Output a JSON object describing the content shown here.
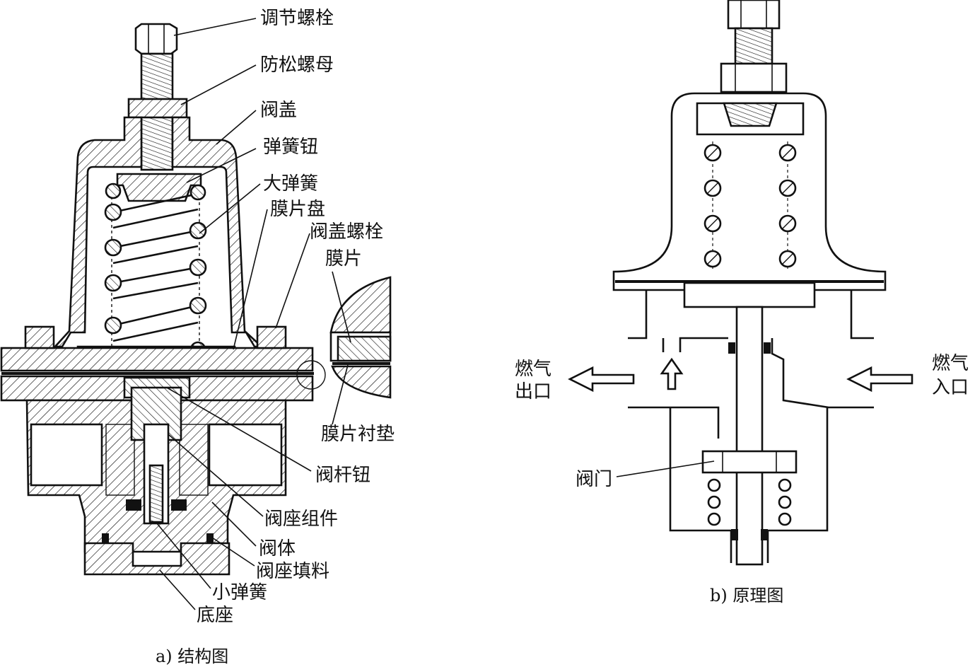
{
  "figure_a": {
    "caption": "a) 结构图",
    "labels": {
      "adjust_bolt": "调节螺栓",
      "lock_nut": "防松螺母",
      "bonnet": "阀盖",
      "spring_button": "弹簧钮",
      "large_spring": "大弹簧",
      "diaphragm_plate": "膜片盘",
      "bonnet_bolt": "阀盖螺栓",
      "diaphragm": "膜片",
      "diaphragm_gasket": "膜片衬垫",
      "stem_button": "阀杆钮",
      "seat_assembly": "阀座组件",
      "valve_body": "阀体",
      "seat_packing": "阀座填料",
      "small_spring": "小弹簧",
      "base": "底座"
    }
  },
  "figure_b": {
    "caption": "b) 原理图",
    "labels": {
      "gas_outlet_1": "燃气",
      "gas_outlet_2": "出口",
      "gas_inlet_1": "燃气",
      "gas_inlet_2": "入口",
      "valve": "阀门"
    }
  }
}
